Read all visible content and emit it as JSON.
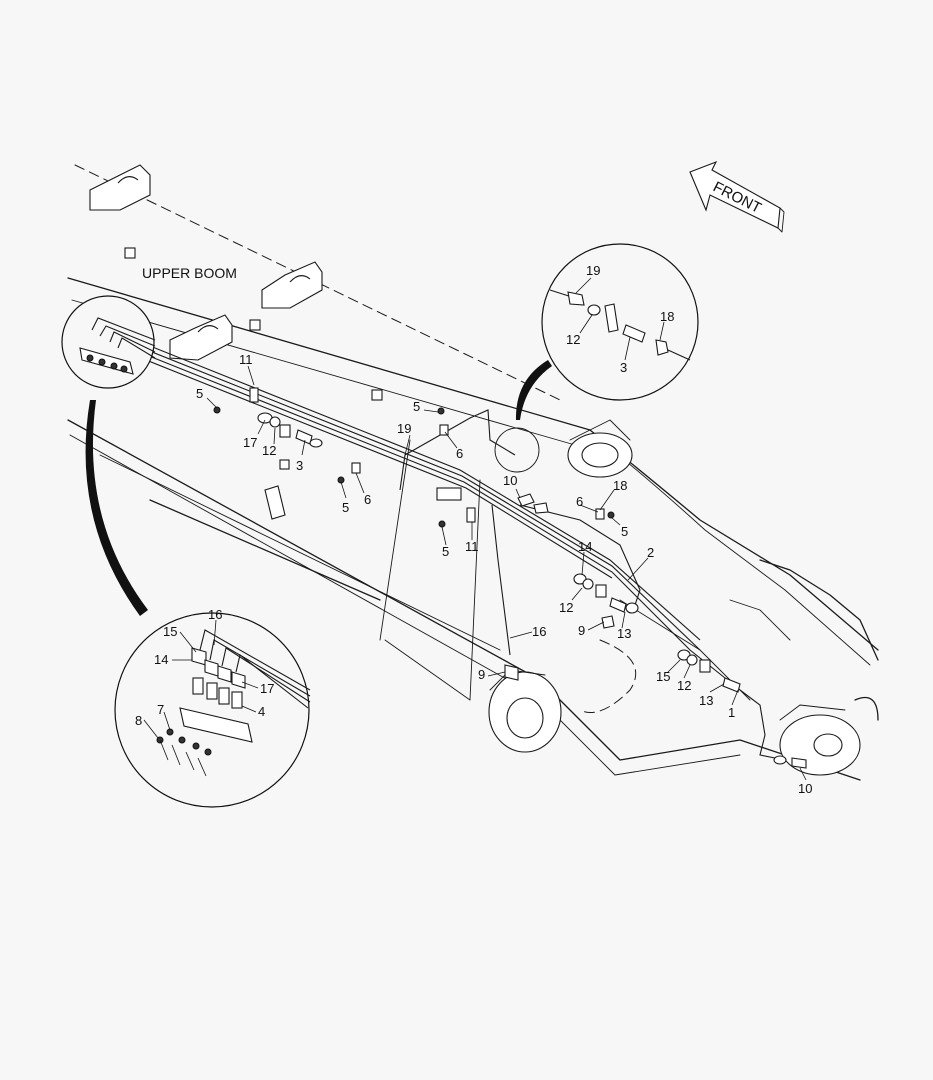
{
  "title": "UPPER BOOM",
  "direction_label": "FRONT",
  "callouts": [
    {
      "id": "c-11a",
      "text": "11"
    },
    {
      "id": "c-5a",
      "text": "5"
    },
    {
      "id": "c-17a",
      "text": "17"
    },
    {
      "id": "c-12a",
      "text": "12"
    },
    {
      "id": "c-3a",
      "text": "3"
    },
    {
      "id": "c-5b",
      "text": "5"
    },
    {
      "id": "c-6a",
      "text": "6"
    },
    {
      "id": "c-5c",
      "text": "5"
    },
    {
      "id": "c-19a",
      "text": "19"
    },
    {
      "id": "c-6b",
      "text": "6"
    },
    {
      "id": "c-5d",
      "text": "5"
    },
    {
      "id": "c-11b",
      "text": "11"
    },
    {
      "id": "c-10a",
      "text": "10"
    },
    {
      "id": "c-18a",
      "text": "18"
    },
    {
      "id": "c-6c",
      "text": "6"
    },
    {
      "id": "c-5e",
      "text": "5"
    },
    {
      "id": "c-2",
      "text": "2"
    },
    {
      "id": "c-14a",
      "text": "14"
    },
    {
      "id": "c-12b",
      "text": "12"
    },
    {
      "id": "c-13a",
      "text": "13"
    },
    {
      "id": "c-9a",
      "text": "9"
    },
    {
      "id": "c-16a",
      "text": "16"
    },
    {
      "id": "c-9b",
      "text": "9"
    },
    {
      "id": "c-15a",
      "text": "15"
    },
    {
      "id": "c-12c",
      "text": "12"
    },
    {
      "id": "c-13b",
      "text": "13"
    },
    {
      "id": "c-1",
      "text": "1"
    },
    {
      "id": "c-10b",
      "text": "10"
    },
    {
      "id": "d1-19",
      "text": "19"
    },
    {
      "id": "d1-12",
      "text": "12"
    },
    {
      "id": "d1-18",
      "text": "18"
    },
    {
      "id": "d1-3",
      "text": "3"
    },
    {
      "id": "d2-16",
      "text": "16"
    },
    {
      "id": "d2-15",
      "text": "15"
    },
    {
      "id": "d2-14",
      "text": "14"
    },
    {
      "id": "d2-17",
      "text": "17"
    },
    {
      "id": "d2-7",
      "text": "7"
    },
    {
      "id": "d2-8",
      "text": "8"
    },
    {
      "id": "d2-4",
      "text": "4"
    }
  ]
}
